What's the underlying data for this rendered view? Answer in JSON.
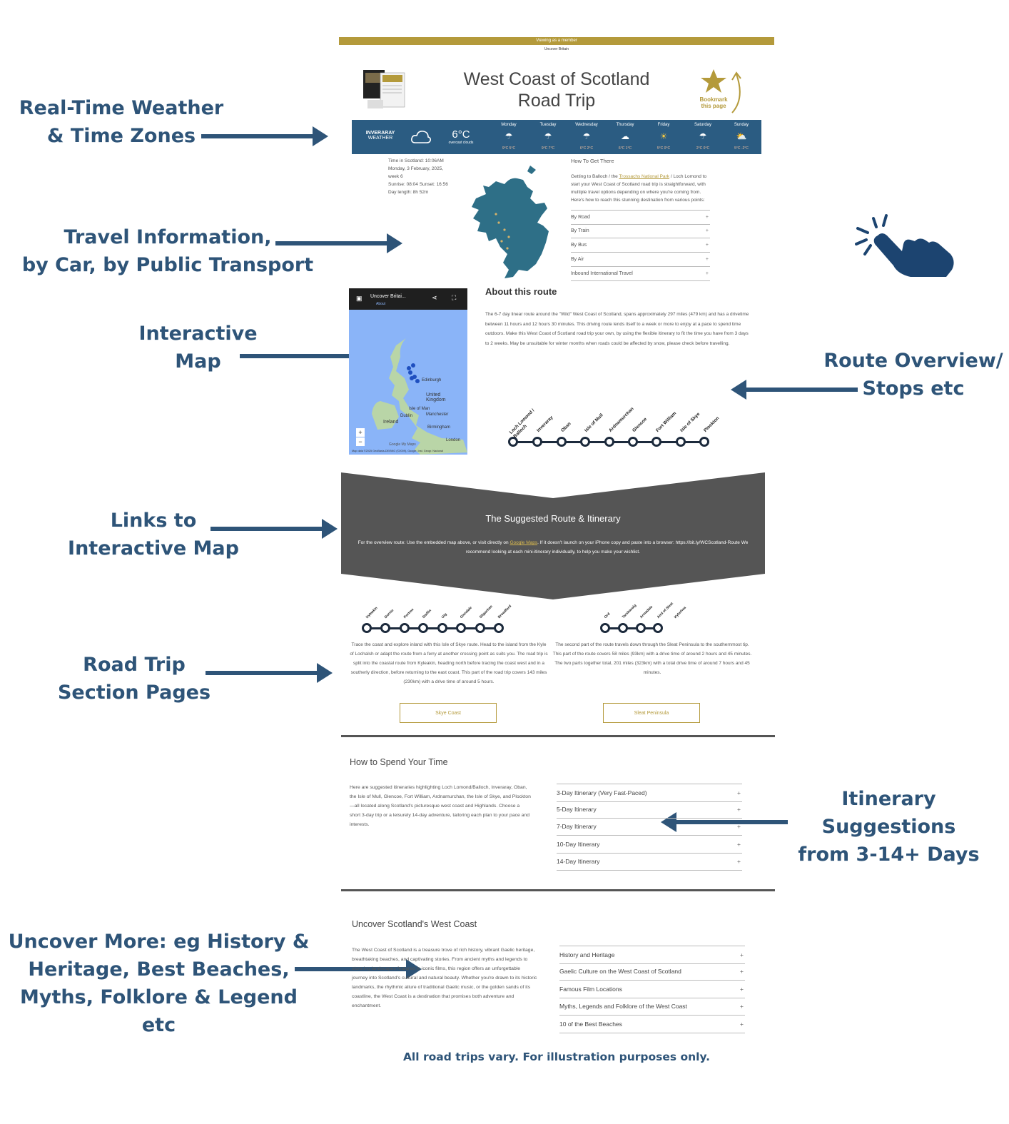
{
  "callouts": {
    "weather": [
      "Real-Time Weather",
      "& Time Zones"
    ],
    "travel": [
      "Travel Information,",
      "by Car, by Public Transport"
    ],
    "map": [
      "Interactive",
      "Map"
    ],
    "route": [
      "Route Overview/",
      "Stops etc"
    ],
    "links": [
      "Links to",
      "Interactive Map"
    ],
    "section": [
      "Road Trip",
      "Section Pages"
    ],
    "itinerary": [
      "Itinerary Suggestions",
      "from 3-14+ Days"
    ],
    "uncover": [
      "Uncover More: eg History &",
      "Heritage, Best Beaches,",
      "Myths, Folklore & Legend etc"
    ]
  },
  "page": {
    "topbar": "Viewing as a member",
    "brand": "Uncover Britain",
    "title": [
      "West Coast of Scotland",
      "Road Trip"
    ],
    "bookmark": [
      "Bookmark",
      "this page"
    ]
  },
  "weather": {
    "location": [
      "INVERARAY",
      "WEATHER"
    ],
    "temp": "6°C",
    "condition": "overcast clouds",
    "days": [
      {
        "name": "Monday",
        "icon": "☂",
        "temps": "9°C   5°C"
      },
      {
        "name": "Tuesday",
        "icon": "☂",
        "temps": "9°C   7°C"
      },
      {
        "name": "Wednesday",
        "icon": "☂",
        "temps": "6°C   2°C"
      },
      {
        "name": "Thursday",
        "icon": "☁",
        "temps": "6°C   1°C"
      },
      {
        "name": "Friday",
        "icon": "☀",
        "temps": "5°C   0°C"
      },
      {
        "name": "Saturday",
        "icon": "☂",
        "temps": "2°C   0°C"
      },
      {
        "name": "Sunday",
        "icon": "⛅",
        "temps": "5°C   -2°C"
      }
    ]
  },
  "time_info": [
    "Time in Scotland: 10:06AM",
    "Monday, 3 February, 2025,",
    "week 6",
    "Sunrise: 08:04 Sunset: 16:56",
    "Day length: 8h 52m"
  ],
  "get_there": {
    "heading": "How To Get There",
    "text_before": "Getting to Balloch / the ",
    "link": "Trossachs National Park",
    "text_after": " / Loch Lomond to start your West Coast of Scotland road trip is straightforward, with multiple travel options depending on where you're coming from. Here's how to reach this stunning destination from various points:",
    "options": [
      "By Road",
      "By Train",
      "By Bus",
      "By Air",
      "Inbound International Travel"
    ]
  },
  "map": {
    "title": "Uncover Britai...",
    "about": "About",
    "labels": [
      "Edinburgh",
      "United Kingdom",
      "Isle of Man",
      "Dublin",
      "Ireland",
      "Manchester",
      "Birmingham",
      "London"
    ],
    "footer": "Map data ©2025 GeoBasis-DE/BKG (©2009), Google, Inst. Geogr. Nacional",
    "brand": "Google My Maps"
  },
  "about": {
    "heading": "About this route",
    "text": "The 6-7 day linear route around the \"Wild\" West Coast of Scotland, spans approximately 297 miles (479 km) and has a drivetime between 11 hours and 12 hours 30 minutes. This driving route lends itself to a week or more to enjoy at a pace to spend time outdoors. Make this West Coast of Scotland road trip your own, by using the flexible itinerary to fit the time you have from 3 days to 2 weeks. May be unsuitable for winter months when roads could be affected by snow, please check before travelling."
  },
  "route_stops": [
    "Loch Lomond / Balloch",
    "Inveraray",
    "Oban",
    "Isle of Mull",
    "Ardnamurchan",
    "Glencoe",
    "Fort William",
    "Isle of Skye",
    "Plockton"
  ],
  "itinerary_banner": {
    "title": "The Suggested Route & Itinerary",
    "text_before": "For the overview route: Use the embedded map above, or visit directly on ",
    "link": "Google Maps",
    "text_after": ". If it doesn't launch on your iPhone copy and paste into a browser: https://bit.ly/WCScotland-Route We recommend looking at each mini-itinerary individually, to help you make your wishlist."
  },
  "sections": [
    {
      "stops": [
        "Kyleakin",
        "Dornie",
        "Portree",
        "Staffin",
        "Uig",
        "Glendale",
        "Sligachan",
        "Broadford"
      ],
      "text": "Trace the coast and explore inland with this Isle of Skye route. Head to the island from the Kyle of Lochalsh or adapt the route from a ferry at another crossing point as suits you. The road trip is split into the coastal route from Kyleakin, heading north before tracing the coast west and in a southerly direction, before returning to the east coast. This part of the road trip covers 143 miles (230km) with a drive time of around 5 hours.",
      "button": "Skye Coast"
    },
    {
      "stops": [
        "Ord",
        "Tarskavaig",
        "Armadale",
        "Aird of Sleat",
        "Kylerhea"
      ],
      "text": "The second part of the route travels down through the Sleat Peninsula to the southernmost tip. This part of the route covers 58 miles (93km) with a drive time of around 2 hours and 45 minutes. The two parts together total, 201 miles (323km) with a total drive time of around 7 hours and 45 minutes.",
      "button": "Sleat Peninsula"
    }
  ],
  "spend_time": {
    "heading": "How to Spend Your Time",
    "text": "Here are suggested itineraries highlighting Loch Lomond/Balloch, Inveraray, Oban, the Isle of Mull, Glencoe, Fort William, Ardnamurchan, the Isle of Skye, and Plockton—all located along Scotland's picturesque west coast and Highlands. Choose a short 3-day trip or a leisurely 14-day adventure, tailoring each plan to your pace and interests.",
    "items": [
      "3-Day Itinerary (Very Fast-Paced)",
      "5-Day Itinerary",
      "7-Day Itinerary",
      "10-Day Itinerary",
      "14-Day Itinerary"
    ]
  },
  "uncover": {
    "heading": "Uncover Scotland's West Coast",
    "text": "The West Coast of Scotland is a treasure trove of rich history, vibrant Gaelic heritage, breathtaking beaches, and captivating stories. From ancient myths and legends to stunning landscapes featured in iconic films, this region offers an unforgettable journey into Scotland's cultural and natural beauty. Whether you're drawn to its historic landmarks, the rhythmic allure of traditional Gaelic music, or the golden sands of its coastline, the West Coast is a destination that promises both adventure and enchantment.",
    "items": [
      "History and Heritage",
      "Gaelic Culture on the West Coast of Scotland",
      "Famous Film Locations",
      "Myths, Legends and Folklore of the West Coast",
      "10 of the Best Beaches"
    ]
  },
  "footer": "All road trips vary. For illustration purposes only.",
  "colors": {
    "accent_blue": "#2e5478",
    "gold": "#b49a3b",
    "weather_bar": "#2b5c82",
    "banner_grey": "#555555"
  },
  "icons": [
    "pointing-hand-icon",
    "star-icon",
    "cloud-icon",
    "plus-icon"
  ]
}
